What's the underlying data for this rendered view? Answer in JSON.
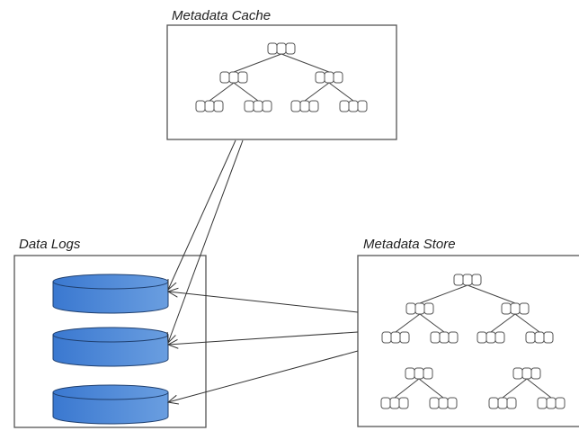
{
  "diagram": {
    "containers": [
      {
        "id": "metadata-cache",
        "label": "Metadata Cache"
      },
      {
        "id": "data-logs",
        "label": "Data Logs"
      },
      {
        "id": "metadata-store",
        "label": "Metadata Store"
      }
    ],
    "colors": {
      "cylinder_dark": "#3a78d0",
      "cylinder_light": "#6a9ee0",
      "border": "#555555",
      "arrow": "#333333"
    },
    "data_logs": {
      "cylinder_count": 3
    },
    "metadata_cache": {
      "trees": [
        {
          "levels": 3,
          "shape": "binary"
        }
      ]
    },
    "metadata_store": {
      "trees": [
        {
          "levels": 3,
          "shape": "binary"
        },
        {
          "levels": 2,
          "shape": "binary"
        },
        {
          "levels": 2,
          "shape": "binary"
        }
      ]
    },
    "connections": [
      {
        "from": "metadata-cache",
        "to": "data-log-1"
      },
      {
        "from": "metadata-cache",
        "to": "data-log-2"
      },
      {
        "from": "metadata-store",
        "to": "data-log-1"
      },
      {
        "from": "metadata-store",
        "to": "data-log-2"
      },
      {
        "from": "metadata-store",
        "to": "data-log-3"
      }
    ]
  }
}
